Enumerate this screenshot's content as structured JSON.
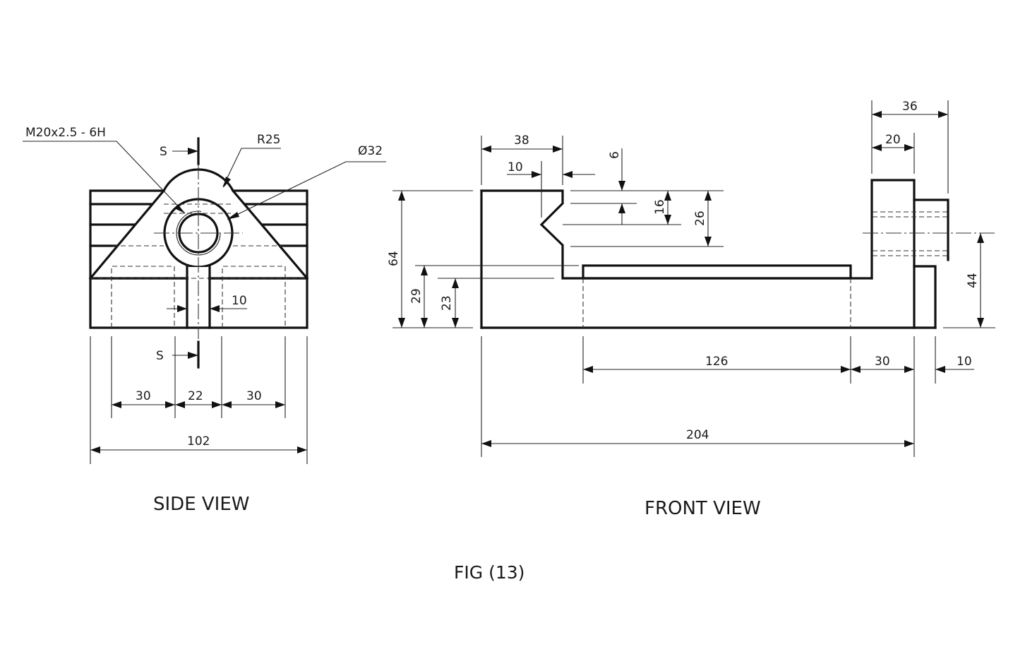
{
  "figure": {
    "caption": "FIG (13)"
  },
  "side_view": {
    "title": "SIDE VIEW",
    "section_marks": [
      "S",
      "S"
    ],
    "thread_note": "M20x2.5 - 6H",
    "radius_note": "R25",
    "diameter_note": "Ø32",
    "dims": {
      "slot": "10",
      "left": "30",
      "middle": "22",
      "right": "30",
      "overall": "102"
    }
  },
  "front_view": {
    "title": "FRONT VIEW",
    "dims": {
      "top_left": "38",
      "notch": "10",
      "depth6": "6",
      "depth16": "16",
      "depth26": "26",
      "height64": "64",
      "height29": "29",
      "height23": "23",
      "boss36": "36",
      "boss20": "20",
      "height44": "44",
      "slot126": "126",
      "w30": "30",
      "w10": "10",
      "overall204": "204"
    }
  },
  "colors": {
    "line": "#111111",
    "background": "#ffffff"
  }
}
